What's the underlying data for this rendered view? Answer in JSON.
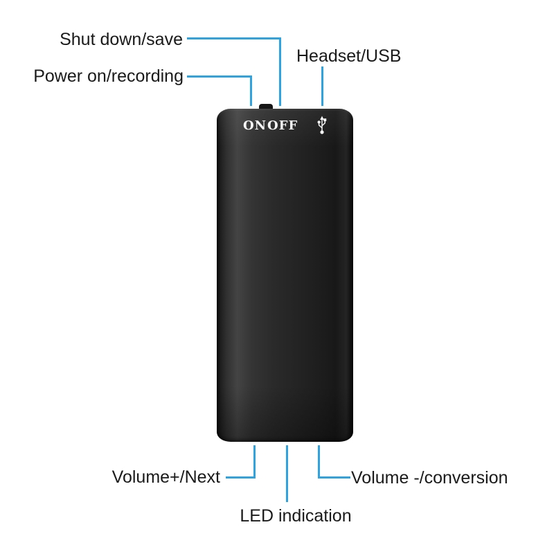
{
  "figure": {
    "type": "product-callout-diagram",
    "subject": "mini voice recorder",
    "background": "#ffffff",
    "accent_color": "#2ea3e2",
    "label_text_color": "#1a1a1a",
    "device_body_color": "#242424"
  },
  "callouts": {
    "shut_down": {
      "label": "Shut down/save"
    },
    "power_on": {
      "label": "Power on/recording"
    },
    "headset_usb": {
      "label": "Headset/USB"
    },
    "volume_plus": {
      "label": "Volume+/Next"
    },
    "led": {
      "label": "LED indication"
    },
    "volume_minus": {
      "label": "Volume -/conversion"
    }
  },
  "device": {
    "markings": {
      "on": "ON",
      "off": "OFF"
    },
    "icons": [
      "usb-trident-icon"
    ],
    "marking_color": "#f7f7f7"
  }
}
